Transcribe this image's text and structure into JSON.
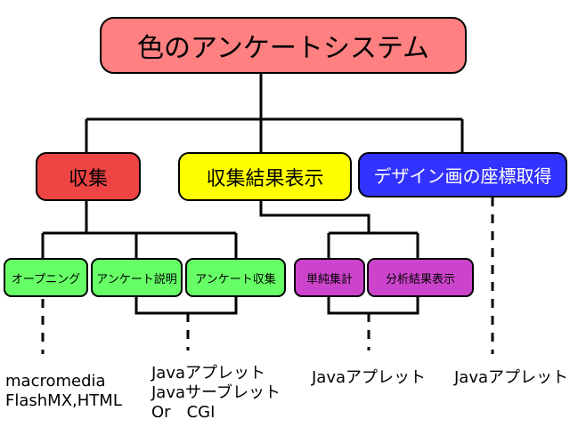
{
  "root": {
    "label": "色のアンケートシステム",
    "color": "#ff8080"
  },
  "branches": [
    {
      "label": "収集",
      "color": "#ee4444"
    },
    {
      "label": "収集結果表示",
      "color": "#ffff00"
    },
    {
      "label": "デザイン画の座標取得",
      "color": "#3333ff"
    }
  ],
  "leaves": [
    {
      "label": "オープニング",
      "color": "#66ff66"
    },
    {
      "label": "アンケート説明",
      "color": "#66ff66"
    },
    {
      "label": "アンケート収集",
      "color": "#66ff66"
    },
    {
      "label": "単純集計",
      "color": "#cc44cc"
    },
    {
      "label": "分析結果表示",
      "color": "#cc44cc"
    }
  ],
  "notes": [
    {
      "lines": [
        "macromedia",
        "FlashMX,HTML"
      ]
    },
    {
      "lines": [
        "Javaアプレット",
        "Javaサーブレット",
        "Or　CGI"
      ]
    },
    {
      "lines": [
        "Javaアプレット"
      ]
    },
    {
      "lines": [
        "Javaアプレット"
      ]
    }
  ]
}
